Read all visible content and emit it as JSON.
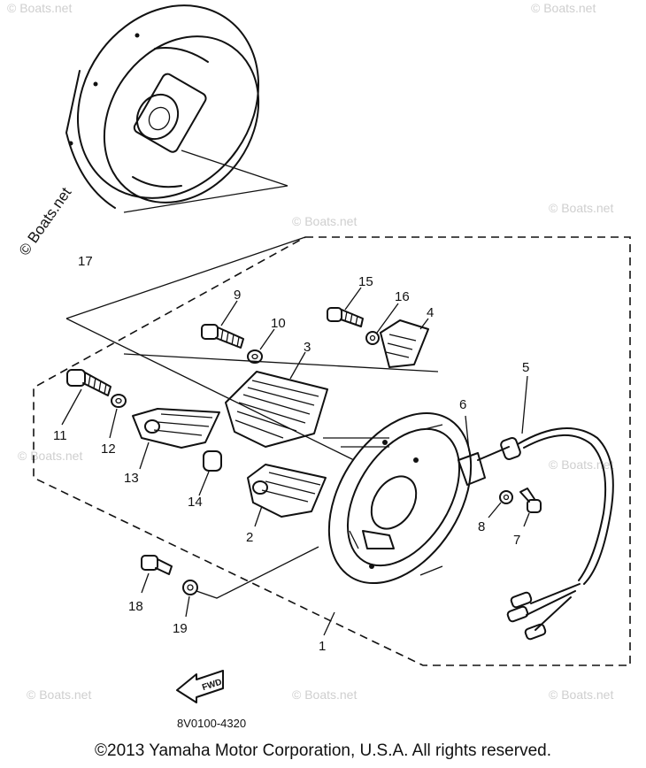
{
  "watermark": "© Boats.net",
  "watermarks_small": [
    "© Boats.net"
  ],
  "callouts": {
    "c1": "1",
    "c2": "2",
    "c3": "3",
    "c4": "4",
    "c5": "5",
    "c6": "6",
    "c7": "7",
    "c8": "8",
    "c9": "9",
    "c10": "10",
    "c11": "11",
    "c12": "12",
    "c13": "13",
    "c14": "14",
    "c15": "15",
    "c16": "16",
    "c17": "17",
    "c18": "18",
    "c19": "19"
  },
  "fwd_label": "FWD",
  "part_code": "8V0100-4320",
  "copyright": "©2013 Yamaha Motor Corporation, U.S.A. All rights reserved."
}
